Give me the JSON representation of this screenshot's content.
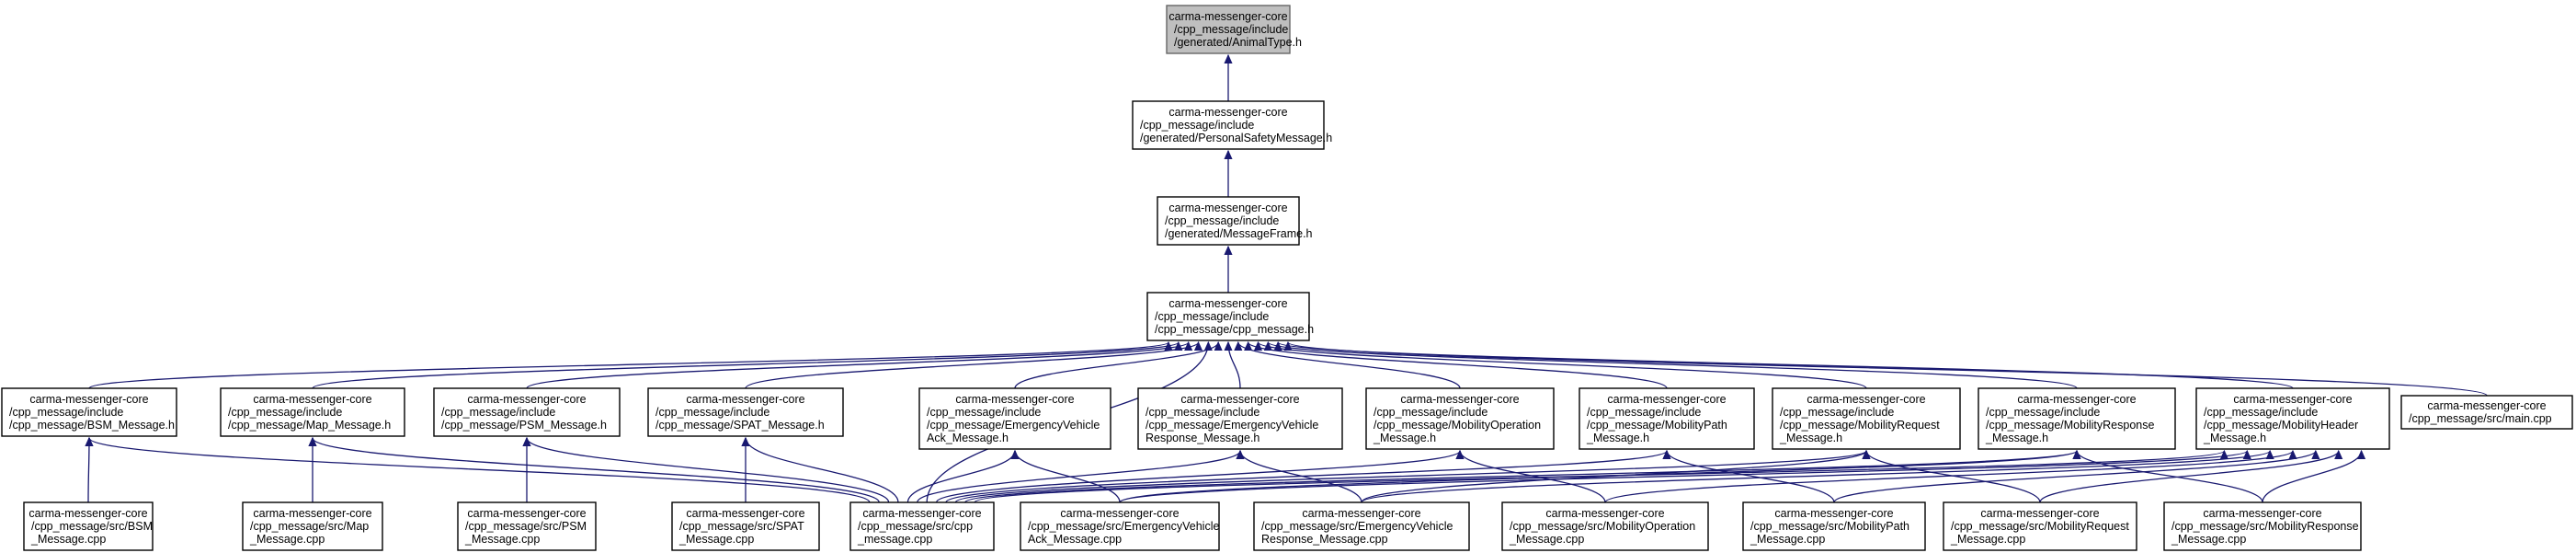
{
  "nodes": [
    {
      "id": "animal_type",
      "kind": "root",
      "lines": [
        "carma-messenger-core",
        "/cpp_message/include",
        "/generated/AnimalType.h"
      ]
    },
    {
      "id": "personal_safety",
      "lines": [
        "carma-messenger-core",
        "/cpp_message/include",
        "/generated/PersonalSafetyMessage.h"
      ]
    },
    {
      "id": "message_frame",
      "lines": [
        "carma-messenger-core",
        "/cpp_message/include",
        "/generated/MessageFrame.h"
      ]
    },
    {
      "id": "cpp_message_h",
      "lines": [
        "carma-messenger-core",
        "/cpp_message/include",
        "/cpp_message/cpp_message.h"
      ]
    },
    {
      "id": "bsm_h",
      "lines": [
        "carma-messenger-core",
        "/cpp_message/include",
        "/cpp_message/BSM_Message.h"
      ]
    },
    {
      "id": "map_h",
      "lines": [
        "carma-messenger-core",
        "/cpp_message/include",
        "/cpp_message/Map_Message.h"
      ]
    },
    {
      "id": "psm_h",
      "lines": [
        "carma-messenger-core",
        "/cpp_message/include",
        "/cpp_message/PSM_Message.h"
      ]
    },
    {
      "id": "spat_h",
      "lines": [
        "carma-messenger-core",
        "/cpp_message/include",
        "/cpp_message/SPAT_Message.h"
      ]
    },
    {
      "id": "eva_h",
      "lines": [
        "carma-messenger-core",
        "/cpp_message/include",
        "/cpp_message/EmergencyVehicle",
        "Ack_Message.h"
      ]
    },
    {
      "id": "evr_h",
      "lines": [
        "carma-messenger-core",
        "/cpp_message/include",
        "/cpp_message/EmergencyVehicle",
        "Response_Message.h"
      ]
    },
    {
      "id": "mop_h",
      "lines": [
        "carma-messenger-core",
        "/cpp_message/include",
        "/cpp_message/MobilityOperation",
        "_Message.h"
      ]
    },
    {
      "id": "mpath_h",
      "lines": [
        "carma-messenger-core",
        "/cpp_message/include",
        "/cpp_message/MobilityPath",
        "_Message.h"
      ]
    },
    {
      "id": "mreq_h",
      "lines": [
        "carma-messenger-core",
        "/cpp_message/include",
        "/cpp_message/MobilityRequest",
        "_Message.h"
      ]
    },
    {
      "id": "mresp_h",
      "lines": [
        "carma-messenger-core",
        "/cpp_message/include",
        "/cpp_message/MobilityResponse",
        "_Message.h"
      ]
    },
    {
      "id": "mhead_h",
      "lines": [
        "carma-messenger-core",
        "/cpp_message/include",
        "/cpp_message/MobilityHeader",
        "_Message.h"
      ]
    },
    {
      "id": "main_cpp",
      "lines": [
        "carma-messenger-core",
        "/cpp_message/src/main.cpp"
      ]
    },
    {
      "id": "bsm_cpp",
      "lines": [
        "carma-messenger-core",
        "/cpp_message/src/BSM",
        "_Message.cpp"
      ]
    },
    {
      "id": "map_cpp",
      "lines": [
        "carma-messenger-core",
        "/cpp_message/src/Map",
        "_Message.cpp"
      ]
    },
    {
      "id": "psm_cpp",
      "lines": [
        "carma-messenger-core",
        "/cpp_message/src/PSM",
        "_Message.cpp"
      ]
    },
    {
      "id": "spat_cpp",
      "lines": [
        "carma-messenger-core",
        "/cpp_message/src/SPAT",
        "_Message.cpp"
      ]
    },
    {
      "id": "cpp_cpp",
      "lines": [
        "carma-messenger-core",
        "/cpp_message/src/cpp",
        "_message.cpp"
      ]
    },
    {
      "id": "eva_cpp",
      "lines": [
        "carma-messenger-core",
        "/cpp_message/src/EmergencyVehicle",
        "Ack_Message.cpp"
      ]
    },
    {
      "id": "evr_cpp",
      "lines": [
        "carma-messenger-core",
        "/cpp_message/src/EmergencyVehicle",
        "Response_Message.cpp"
      ]
    },
    {
      "id": "mop_cpp",
      "lines": [
        "carma-messenger-core",
        "/cpp_message/src/MobilityOperation",
        "_Message.cpp"
      ]
    },
    {
      "id": "mpath_cpp",
      "lines": [
        "carma-messenger-core",
        "/cpp_message/src/MobilityPath",
        "_Message.cpp"
      ]
    },
    {
      "id": "mreq_cpp",
      "lines": [
        "carma-messenger-core",
        "/cpp_message/src/MobilityRequest",
        "_Message.cpp"
      ]
    },
    {
      "id": "mresp_cpp",
      "lines": [
        "carma-messenger-core",
        "/cpp_message/src/MobilityResponse",
        "_Message.cpp"
      ]
    }
  ],
  "edges": [
    [
      "personal_safety",
      "animal_type"
    ],
    [
      "message_frame",
      "personal_safety"
    ],
    [
      "cpp_message_h",
      "message_frame"
    ],
    [
      "bsm_h",
      "cpp_message_h"
    ],
    [
      "map_h",
      "cpp_message_h"
    ],
    [
      "psm_h",
      "cpp_message_h"
    ],
    [
      "spat_h",
      "cpp_message_h"
    ],
    [
      "eva_h",
      "cpp_message_h"
    ],
    [
      "evr_h",
      "cpp_message_h"
    ],
    [
      "mop_h",
      "cpp_message_h"
    ],
    [
      "mpath_h",
      "cpp_message_h"
    ],
    [
      "mreq_h",
      "cpp_message_h"
    ],
    [
      "mresp_h",
      "cpp_message_h"
    ],
    [
      "mhead_h",
      "cpp_message_h"
    ],
    [
      "main_cpp",
      "cpp_message_h"
    ],
    [
      "cpp_cpp",
      "cpp_message_h"
    ],
    [
      "bsm_cpp",
      "bsm_h"
    ],
    [
      "map_cpp",
      "map_h"
    ],
    [
      "psm_cpp",
      "psm_h"
    ],
    [
      "spat_cpp",
      "spat_h"
    ],
    [
      "cpp_cpp",
      "bsm_h"
    ],
    [
      "cpp_cpp",
      "map_h"
    ],
    [
      "cpp_cpp",
      "psm_h"
    ],
    [
      "cpp_cpp",
      "spat_h"
    ],
    [
      "cpp_cpp",
      "eva_h"
    ],
    [
      "cpp_cpp",
      "evr_h"
    ],
    [
      "cpp_cpp",
      "mop_h"
    ],
    [
      "cpp_cpp",
      "mpath_h"
    ],
    [
      "cpp_cpp",
      "mreq_h"
    ],
    [
      "cpp_cpp",
      "mresp_h"
    ],
    [
      "cpp_cpp",
      "mhead_h"
    ],
    [
      "eva_cpp",
      "eva_h"
    ],
    [
      "evr_cpp",
      "evr_h"
    ],
    [
      "mop_cpp",
      "mop_h"
    ],
    [
      "mpath_cpp",
      "mpath_h"
    ],
    [
      "mreq_cpp",
      "mreq_h"
    ],
    [
      "mresp_cpp",
      "mresp_h"
    ],
    [
      "eva_cpp",
      "mhead_h"
    ],
    [
      "evr_cpp",
      "mhead_h"
    ],
    [
      "mop_cpp",
      "mhead_h"
    ],
    [
      "mpath_cpp",
      "mhead_h"
    ],
    [
      "mreq_cpp",
      "mhead_h"
    ],
    [
      "mresp_cpp",
      "mhead_h"
    ],
    [
      "eva_cpp",
      "mresp_h"
    ],
    [
      "evr_cpp",
      "mreq_h"
    ]
  ]
}
